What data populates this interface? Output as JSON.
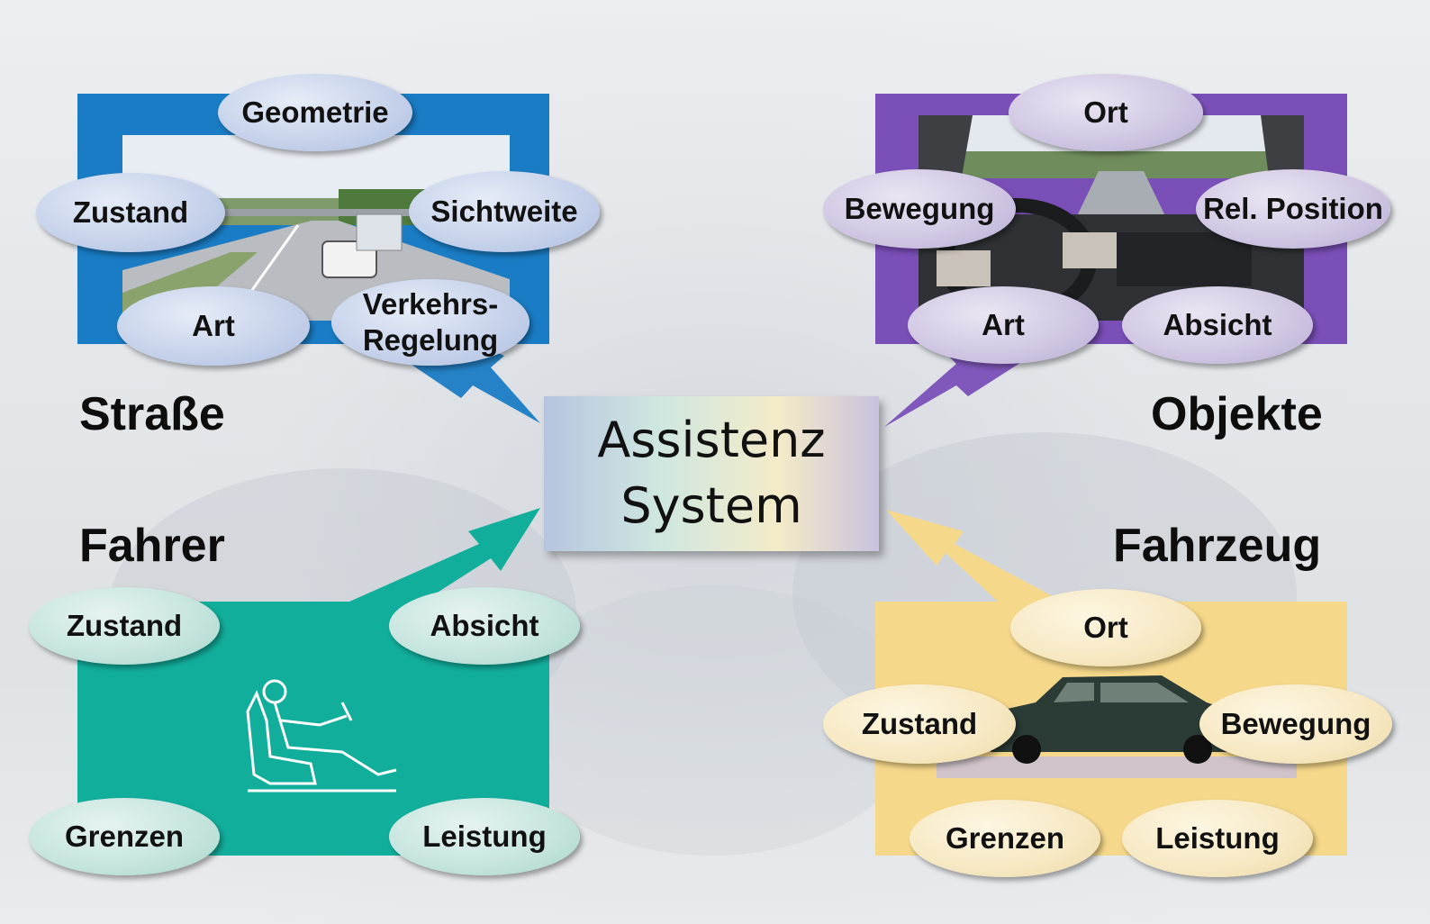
{
  "center": {
    "line1": "Assistenz",
    "line2": "System"
  },
  "categories": {
    "strasse": "Straße",
    "objekte": "Objekte",
    "fahrer": "Fahrer",
    "fahrzeug": "Fahrzeug"
  },
  "strasse": {
    "geometrie": "Geometrie",
    "zustand": "Zustand",
    "sichtweite": "Sichtweite",
    "art": "Art",
    "verkehrsregelung_1": "Verkehrs-",
    "verkehrsregelung_2": "Regelung"
  },
  "objekte": {
    "ort": "Ort",
    "bewegung": "Bewegung",
    "rel_position": "Rel. Position",
    "art": "Art",
    "absicht": "Absicht"
  },
  "fahrer": {
    "zustand": "Zustand",
    "absicht": "Absicht",
    "grenzen": "Grenzen",
    "leistung": "Leistung"
  },
  "fahrzeug": {
    "ort": "Ort",
    "zustand": "Zustand",
    "bewegung": "Bewegung",
    "grenzen": "Grenzen",
    "leistung": "Leistung"
  },
  "colors": {
    "strasse": "#1a7cc4",
    "objekte": "#7a4fb8",
    "fahrer": "#12ae9c",
    "fahrzeug": "#f6d88a"
  }
}
